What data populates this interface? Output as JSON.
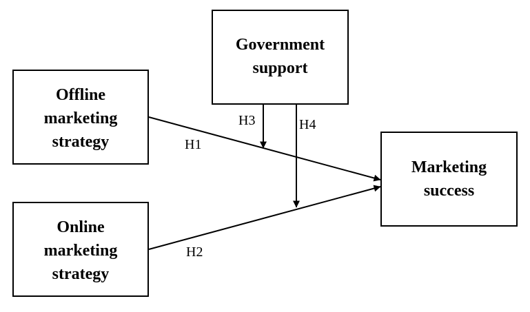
{
  "nodes": {
    "offline": {
      "label": "Offline\nmarketing\nstrategy"
    },
    "online": {
      "label": "Online\nmarketing\nstrategy"
    },
    "government": {
      "label": "Government\nsupport"
    },
    "success": {
      "label": "Marketing\nsuccess"
    }
  },
  "hypotheses": {
    "h1": "H1",
    "h2": "H2",
    "h3": "H3",
    "h4": "H4"
  },
  "edges": [
    {
      "id": "h1",
      "from": "offline",
      "to": "success",
      "label": "H1"
    },
    {
      "id": "h2",
      "from": "online",
      "to": "success",
      "label": "H2"
    },
    {
      "id": "h3",
      "from": "government",
      "to": "h1",
      "label": "H3"
    },
    {
      "id": "h4",
      "from": "government",
      "to": "h2",
      "label": "H4"
    }
  ]
}
